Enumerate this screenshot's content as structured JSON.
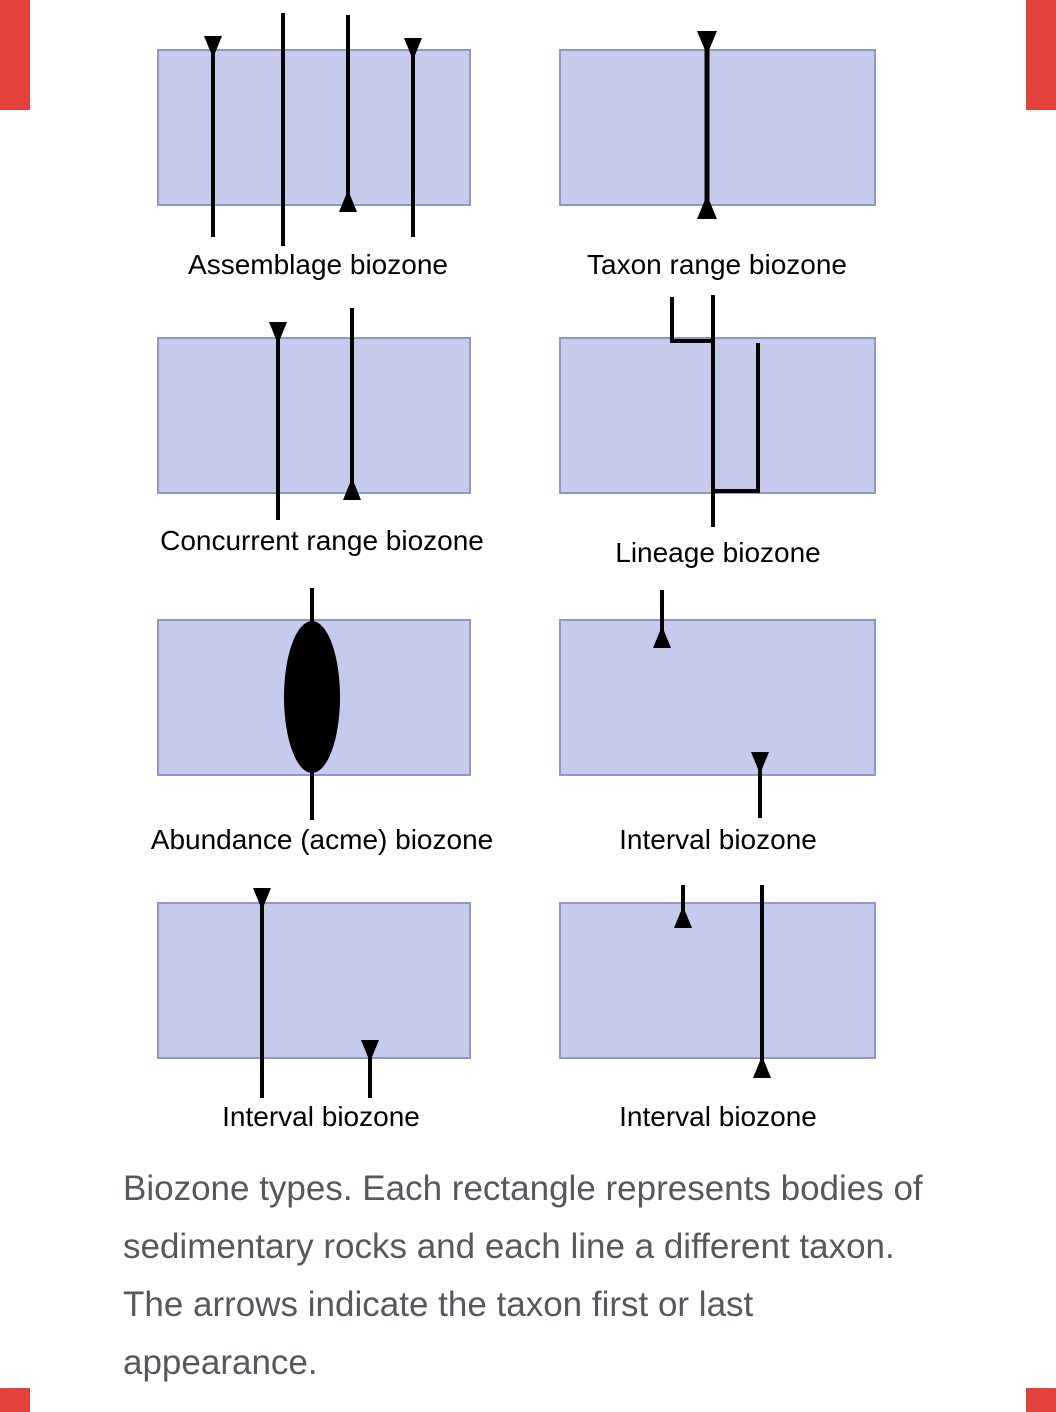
{
  "page": {
    "background": "#ffffff",
    "edge_bar_color": "#e2413c"
  },
  "figure": {
    "rect_fill": "#c5cbec",
    "rect_stroke": "#8f97c9",
    "line_color": "#000000",
    "panels": [
      {
        "key": "assemblage",
        "label": "Assemblage biozone"
      },
      {
        "key": "taxon-range",
        "label": "Taxon range biozone"
      },
      {
        "key": "concurrent-range",
        "label": "Concurrent range biozone"
      },
      {
        "key": "lineage",
        "label": "Lineage biozone"
      },
      {
        "key": "abundance-acme",
        "label": "Abundance (acme) biozone"
      },
      {
        "key": "interval-top-right",
        "label": "Interval biozone"
      },
      {
        "key": "interval-bottom-left",
        "label": "Interval biozone"
      },
      {
        "key": "interval-bottom-right",
        "label": "Interval biozone"
      }
    ]
  },
  "caption": {
    "text": "Biozone types. Each rectangle represents bodies of sedimentary rocks and each line a different taxon. The arrows indicate the taxon first or last appearance.",
    "color": "#55595d"
  }
}
